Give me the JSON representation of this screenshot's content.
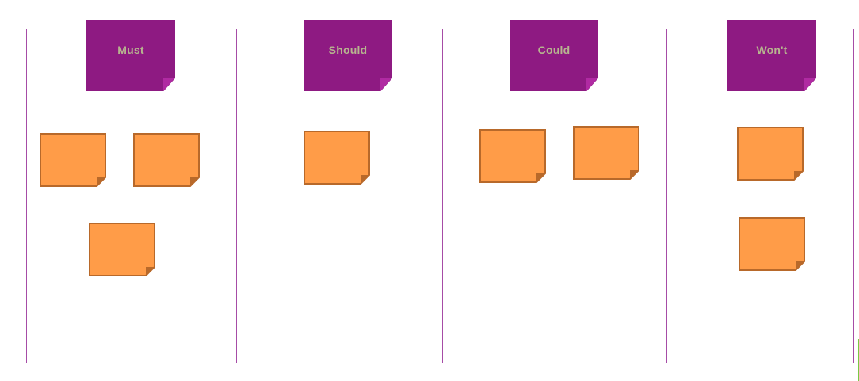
{
  "board": {
    "columns": [
      {
        "label": "Must",
        "note_count": 3
      },
      {
        "label": "Should",
        "note_count": 1
      },
      {
        "label": "Could",
        "note_count": 2
      },
      {
        "label": "Won't",
        "note_count": 2
      }
    ]
  },
  "colors": {
    "header_fill": "#8e1a82",
    "header_text": "#b7b58f",
    "divider": "#a64ca6",
    "note_fill": "#ff9c48",
    "note_border": "#b8692a"
  },
  "icons": {
    "header": "folded-corner-note-icon",
    "note": "sticky-note-icon"
  }
}
